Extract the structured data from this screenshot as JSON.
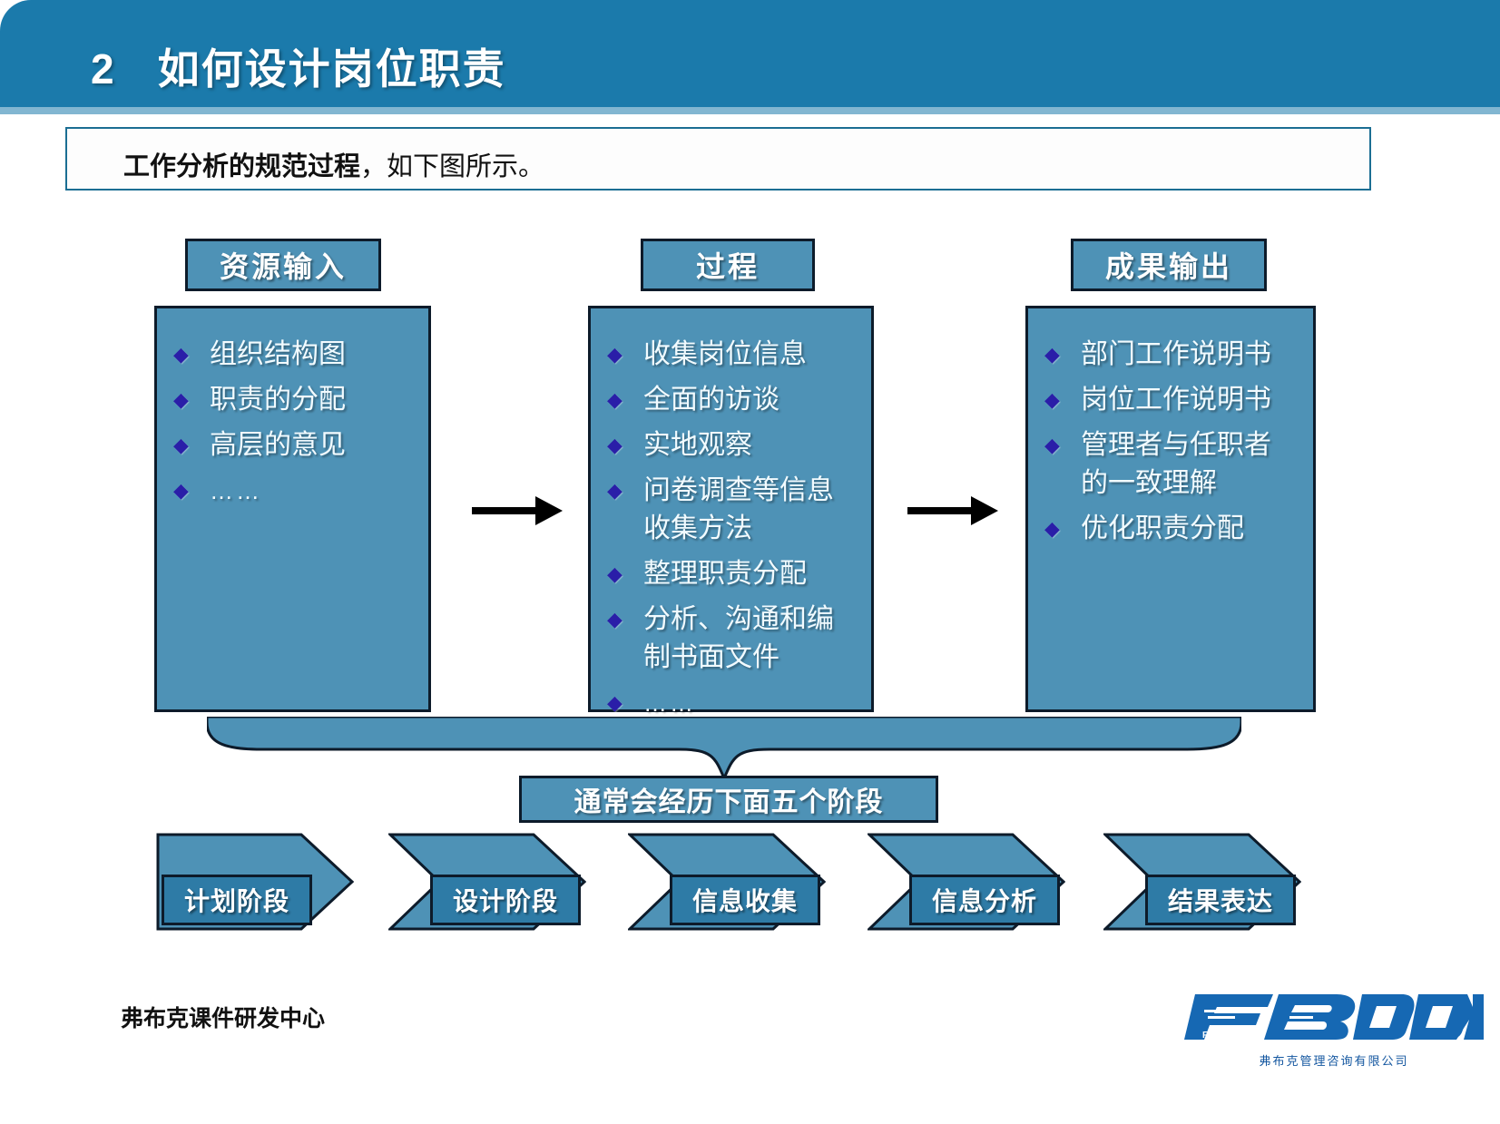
{
  "header": {
    "number": "2",
    "title": "如何设计岗位职责",
    "bar_color": "#1b7aab"
  },
  "subtitle": {
    "bold_part": "工作分析的规范过程",
    "rest_part": "，如下图所示。"
  },
  "diagram": {
    "columns": [
      {
        "header": "资源输入",
        "bullet_icon": "diamond-bullet-icon",
        "items": [
          "组织结构图",
          "职责的分配",
          "高层的意见",
          "……"
        ]
      },
      {
        "header": "过程",
        "bullet_icon": "diamond-bullet-icon",
        "items": [
          "收集岗位信息",
          "全面的访谈",
          "实地观察",
          "问卷调查等信息\n收集方法",
          "整理职责分配",
          "分析、沟通和编\n制书面文件",
          "……"
        ]
      },
      {
        "header": "成果输出",
        "bullet_icon": "diamond-bullet-icon",
        "items": [
          "部门工作说明书",
          "岗位工作说明书",
          "管理者与任职者\n的一致理解",
          "优化职责分配"
        ]
      }
    ],
    "arrow_icon": "right-arrow-icon",
    "brace_icon": "down-curly-brace-icon",
    "banner_label": "通常会经历下面五个阶段",
    "stages": [
      "计划阶段",
      "设计阶段",
      "信息收集",
      "信息分析",
      "结果表达"
    ]
  },
  "footer": {
    "text": "弗布克课件研发中心",
    "logo_word": "FBOOK",
    "logo_sub": "弗布克管理咨询有限公司"
  },
  "colors": {
    "brand_blue": "#1b7aab",
    "box_blue": "#4e92b6",
    "label_blue": "#2e7ba6",
    "outline": "#0d1b2a",
    "bullet_purple": "#2a1ea8",
    "logo_blue": "#1457a0"
  }
}
